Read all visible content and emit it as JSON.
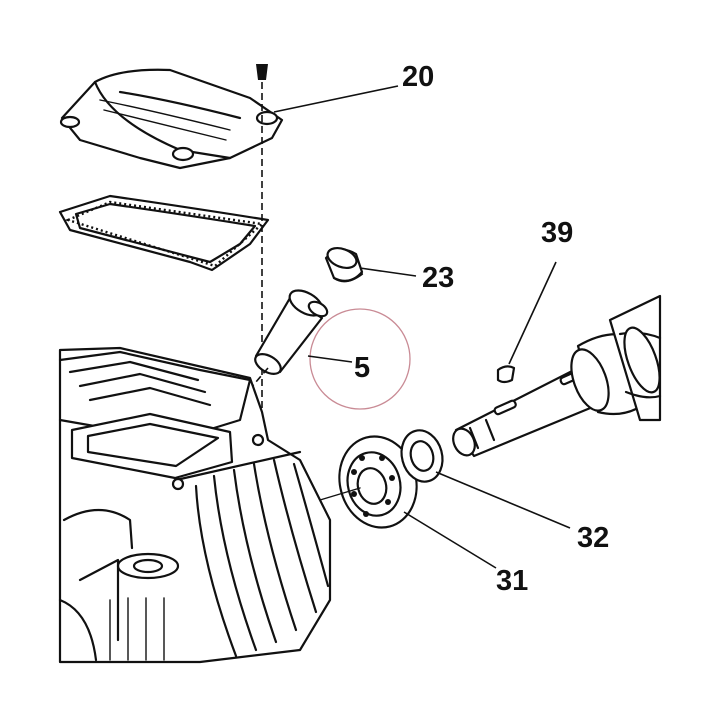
{
  "labels": {
    "valve_cover": "20",
    "plug_cap": "23",
    "guide_sleeve": "5",
    "key": "39",
    "washer": "32",
    "bearing": "31"
  },
  "colors": {
    "ink": "#111111",
    "background": "#ffffff",
    "highlight_circle": "#c98b95"
  }
}
